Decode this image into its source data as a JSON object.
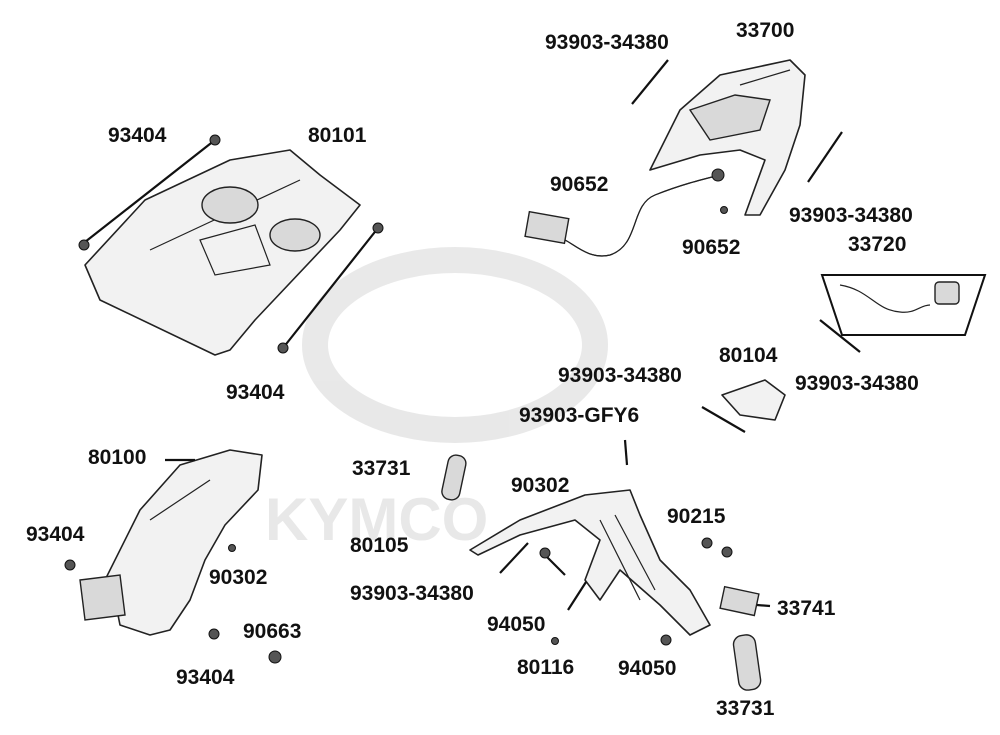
{
  "watermark": {
    "brand": "KYMCO"
  },
  "labels": [
    "93903-34380",
    "33700",
    "93404",
    "80101",
    "90652",
    "93903-34380",
    "90652",
    "33720",
    "93404",
    "93903-34380",
    "80104",
    "93903-34380",
    "93903-GFY6",
    "80100",
    "33731",
    "90302",
    "90215",
    "93404",
    "80105",
    "90302",
    "93903-34380",
    "33741",
    "90663",
    "94050",
    "80116",
    "94050",
    "93404",
    "33731"
  ]
}
